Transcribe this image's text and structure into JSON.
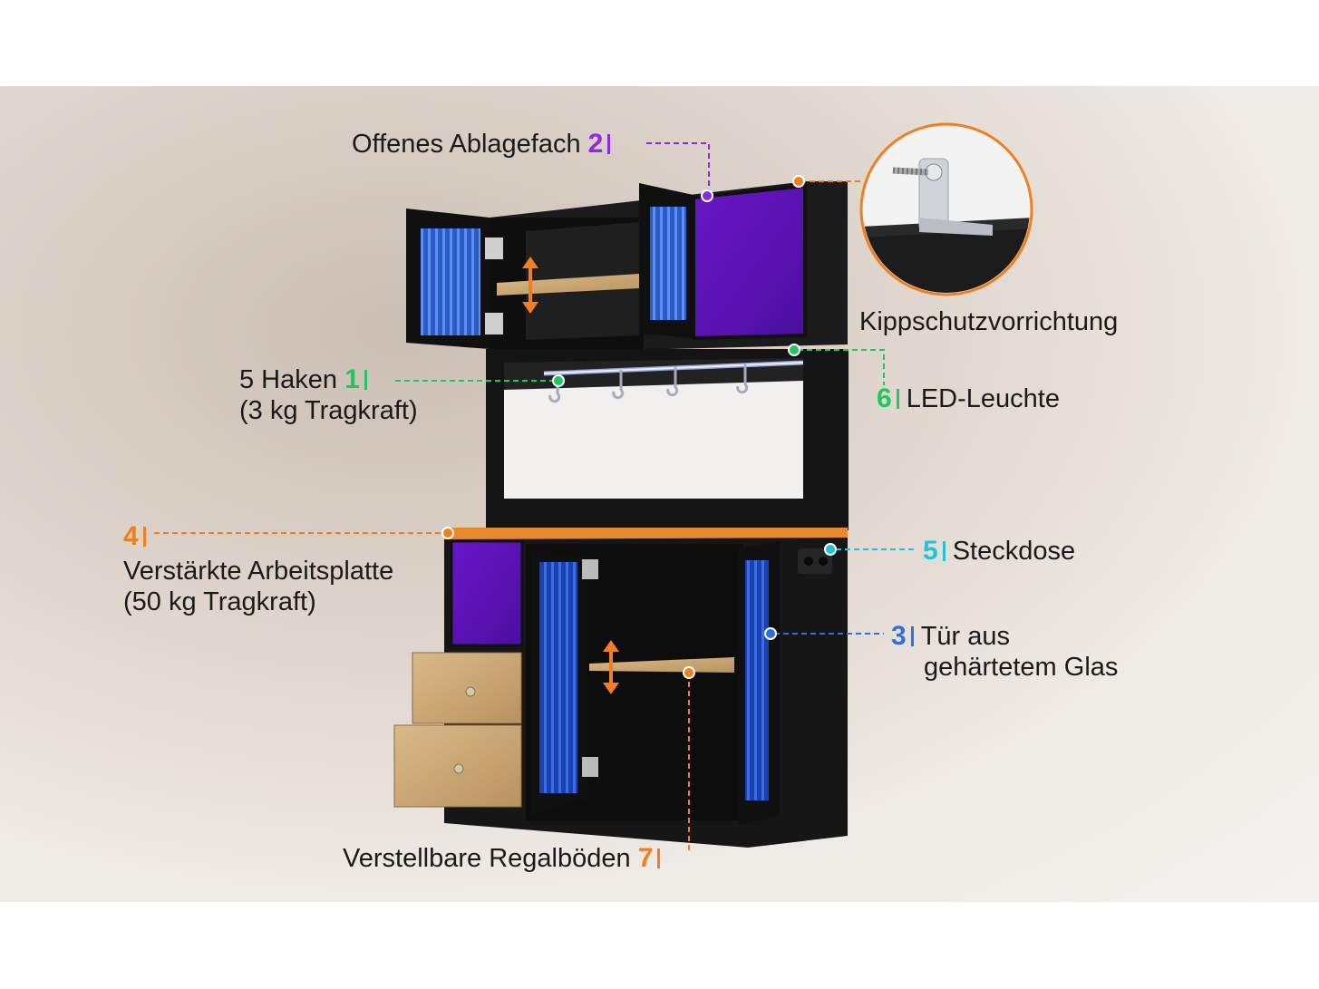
{
  "colors": {
    "purple": "#8a2be2",
    "green": "#22c55e",
    "orange": "#f07f22",
    "cyan": "#22c3d8",
    "blue": "#2f6fe0",
    "cabinet": "#141414",
    "wood": "#c89a5c"
  },
  "callouts": {
    "c1": {
      "number": "1",
      "line1": "5 Haken",
      "line2": "(3 kg Tragkraft)"
    },
    "c2": {
      "number": "2",
      "text": "Offenes Ablagefach"
    },
    "c3": {
      "number": "3",
      "line1": "Tür aus",
      "line2": "gehärtetem Glas"
    },
    "c4": {
      "number": "4",
      "line1": "Verstärkte Arbeitsplatte",
      "line2": "(50 kg Tragkraft)"
    },
    "c5": {
      "number": "5",
      "text": "Steckdose"
    },
    "c6": {
      "number": "6",
      "text": "LED-Leuchte"
    },
    "c7": {
      "number": "7",
      "text": "Verstellbare Regalböden"
    },
    "anti_tip": {
      "text": "Kippschutzvorrichtung",
      "icon": "anti-tip-bracket-icon"
    }
  }
}
